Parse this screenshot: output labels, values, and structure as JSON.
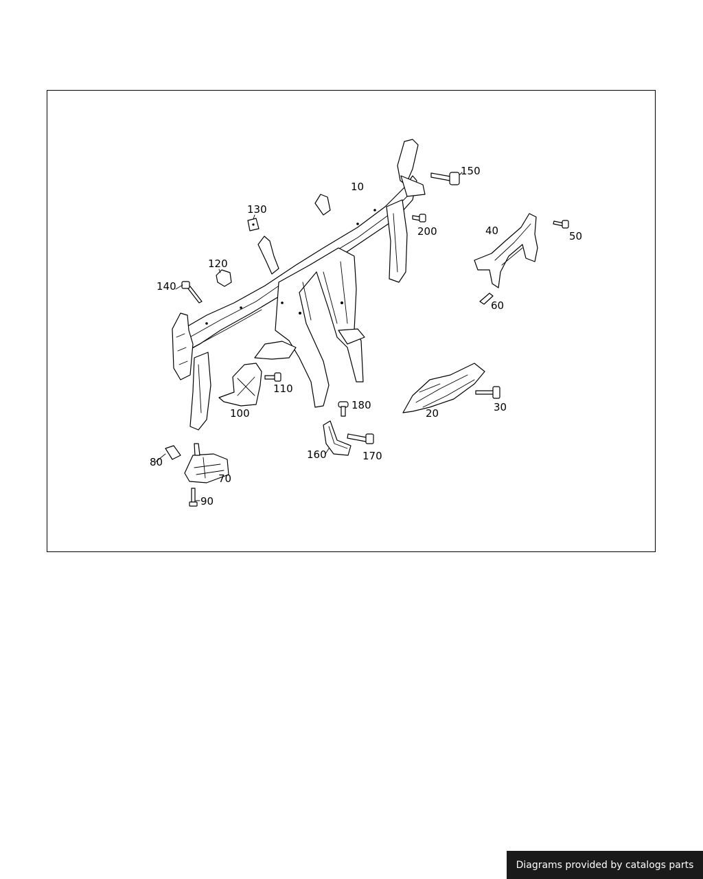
{
  "diagram": {
    "callouts": [
      "10",
      "20",
      "30",
      "40",
      "50",
      "60",
      "70",
      "80",
      "90",
      "100",
      "110",
      "120",
      "130",
      "140",
      "150",
      "160",
      "170",
      "180",
      "200"
    ]
  },
  "footer": {
    "credit": "Diagrams provided by catalogs parts",
    "background": "#1a1a1a",
    "text_color": "#ffffff"
  }
}
